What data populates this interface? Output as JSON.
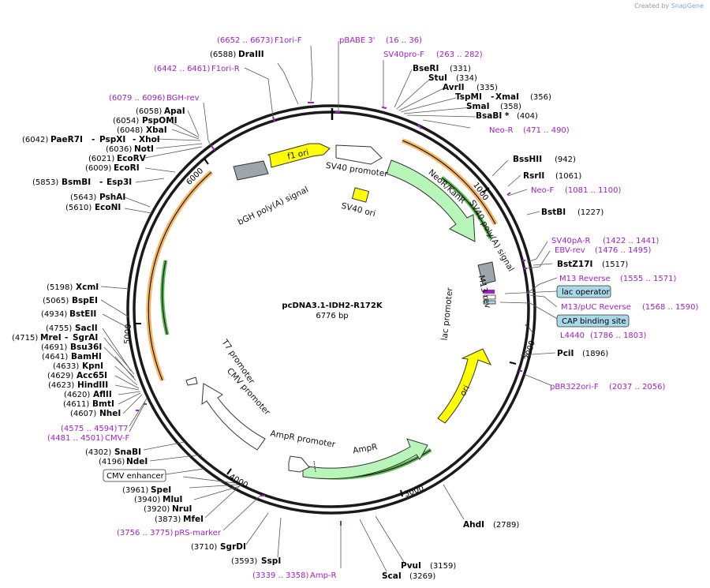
{
  "credit": {
    "prefix": "Created by",
    "brand": "SnapGene"
  },
  "map": {
    "name": "pcDNA3.1-IDH2-R172K",
    "length_label": "6776 bp",
    "length": 6776
  },
  "tick_labels": [
    "1000",
    "2000",
    "3000",
    "4000",
    "5000",
    "6000"
  ],
  "enzymes": [
    {
      "name": "DraIII",
      "pos": "(6588)"
    },
    {
      "name": "BseRI",
      "pos": "(331)"
    },
    {
      "name": "StuI",
      "pos": "(334)"
    },
    {
      "name": "AvrII",
      "pos": "(335)"
    },
    {
      "name": "TspMI",
      "pos": ""
    },
    {
      "name": "XmaI",
      "pos": "(356)"
    },
    {
      "name": "SmaI",
      "pos": "(358)"
    },
    {
      "name": "BsaBI *",
      "pos": "(404)"
    },
    {
      "name": "BssHII",
      "pos": "(942)"
    },
    {
      "name": "RsrII",
      "pos": "(1061)"
    },
    {
      "name": "BstBI",
      "pos": "(1227)"
    },
    {
      "name": "BstZ17I",
      "pos": "(1517)"
    },
    {
      "name": "PciI",
      "pos": "(1896)"
    },
    {
      "name": "AhdI",
      "pos": "(2789)"
    },
    {
      "name": "PvuI",
      "pos": "(3159)"
    },
    {
      "name": "ScaI",
      "pos": "(3269)"
    },
    {
      "name": "SspI",
      "pos": "(3593)"
    },
    {
      "name": "SgrDI",
      "pos": "(3710)"
    },
    {
      "name": "MfeI",
      "pos": "(3873)"
    },
    {
      "name": "NruI",
      "pos": "(3920)"
    },
    {
      "name": "MluI",
      "pos": "(3940)"
    },
    {
      "name": "SpeI",
      "pos": "(3961)"
    },
    {
      "name": "NdeI",
      "pos": "(4196)"
    },
    {
      "name": "SnaBI",
      "pos": "(4302)"
    },
    {
      "name": "NheI",
      "pos": "(4607)"
    },
    {
      "name": "BmtI",
      "pos": "(4611)"
    },
    {
      "name": "AflII",
      "pos": "(4620)"
    },
    {
      "name": "HindIII",
      "pos": "(4623)"
    },
    {
      "name": "Acc65I",
      "pos": "(4629)"
    },
    {
      "name": "KpnI",
      "pos": "(4633)"
    },
    {
      "name": "BamHI",
      "pos": "(4641)"
    },
    {
      "name": "Bsu36I",
      "pos": "(4691)"
    },
    {
      "name": "MreI",
      "pos": "(4715)"
    },
    {
      "name": "SgrAI",
      "pos": ""
    },
    {
      "name": "SacII",
      "pos": "(4755)"
    },
    {
      "name": "BstEII",
      "pos": "(4934)"
    },
    {
      "name": "BspEI",
      "pos": "(5065)"
    },
    {
      "name": "XcmI",
      "pos": "(5198)"
    },
    {
      "name": "EcoNI",
      "pos": "(5610)"
    },
    {
      "name": "PshAI",
      "pos": "(5643)"
    },
    {
      "name": "BsmBI",
      "pos": "(5853)"
    },
    {
      "name": "Esp3I",
      "pos": ""
    },
    {
      "name": "EcoRI",
      "pos": "(6009)"
    },
    {
      "name": "EcoRV",
      "pos": "(6021)"
    },
    {
      "name": "NotI",
      "pos": "(6036)"
    },
    {
      "name": "PaeR7I",
      "pos": "(6042)"
    },
    {
      "name": "PspXI",
      "pos": ""
    },
    {
      "name": "XhoI",
      "pos": ""
    },
    {
      "name": "XbaI",
      "pos": "(6048)"
    },
    {
      "name": "PspOMI",
      "pos": "(6054)"
    },
    {
      "name": "ApaI",
      "pos": "(6058)"
    }
  ],
  "primers": [
    {
      "name": "F1ori-F",
      "range": "(6652 .. 6673)"
    },
    {
      "name": "pBABE 3'",
      "range": "(16 .. 36)"
    },
    {
      "name": "SV40pro-F",
      "range": "(263 .. 282)"
    },
    {
      "name": "F1ori-R",
      "range": "(6442 .. 6461)"
    },
    {
      "name": "BGH-rev",
      "range": "(6079 .. 6096)"
    },
    {
      "name": "Neo-R",
      "range": "(471 .. 490)"
    },
    {
      "name": "Neo-F",
      "range": "(1081 .. 1100)"
    },
    {
      "name": "SV40pA-R",
      "range": "(1422 .. 1441)"
    },
    {
      "name": "EBV-rev",
      "range": "(1476 .. 1495)"
    },
    {
      "name": "M13 Reverse",
      "range": "(1555 .. 1571)"
    },
    {
      "name": "M13/pUC Reverse",
      "range": "(1568 .. 1590)"
    },
    {
      "name": "L4440",
      "range": "(1786 .. 1803)"
    },
    {
      "name": "pBR322ori-F",
      "range": "(2037 .. 2056)"
    },
    {
      "name": "Amp-R",
      "range": "(3339 .. 3358)"
    },
    {
      "name": "pRS-marker",
      "range": "(3756 .. 3775)"
    },
    {
      "name": "T7",
      "range": "(4575 .. 4594)"
    },
    {
      "name": "CMV-F",
      "range": "(4481 .. 4501)"
    }
  ],
  "boxed_features": [
    {
      "name": "lac operator"
    },
    {
      "name": "CAP binding site"
    },
    {
      "name": "CMV enhancer"
    }
  ],
  "features": [
    {
      "name": "f1 ori"
    },
    {
      "name": "SV40 promoter"
    },
    {
      "name": "bGH poly(A) signal"
    },
    {
      "name": "SV40 ori"
    },
    {
      "name": "NeoR/KanR"
    },
    {
      "name": "SV40 poly(A) signal"
    },
    {
      "name": "M13 rev"
    },
    {
      "name": "lac promoter"
    },
    {
      "name": "ori"
    },
    {
      "name": "AmpR"
    },
    {
      "name": "AmpR promoter"
    },
    {
      "name": "CMV promoter"
    },
    {
      "name": "T7 promoter"
    }
  ],
  "colors": {
    "backbone": "#1a1a1a",
    "primer": "#a020c8",
    "f1ori": "#ffff00",
    "ori": "#ffff00",
    "svori": "#ffff00",
    "neo": "#b8f5b8",
    "ampr": "#b8f5b8",
    "orf_orange": "#f5a742",
    "orf_green": "#5ab84e",
    "grey_feature": "#9ea6ad",
    "box_fill": "#a9d8e6"
  }
}
